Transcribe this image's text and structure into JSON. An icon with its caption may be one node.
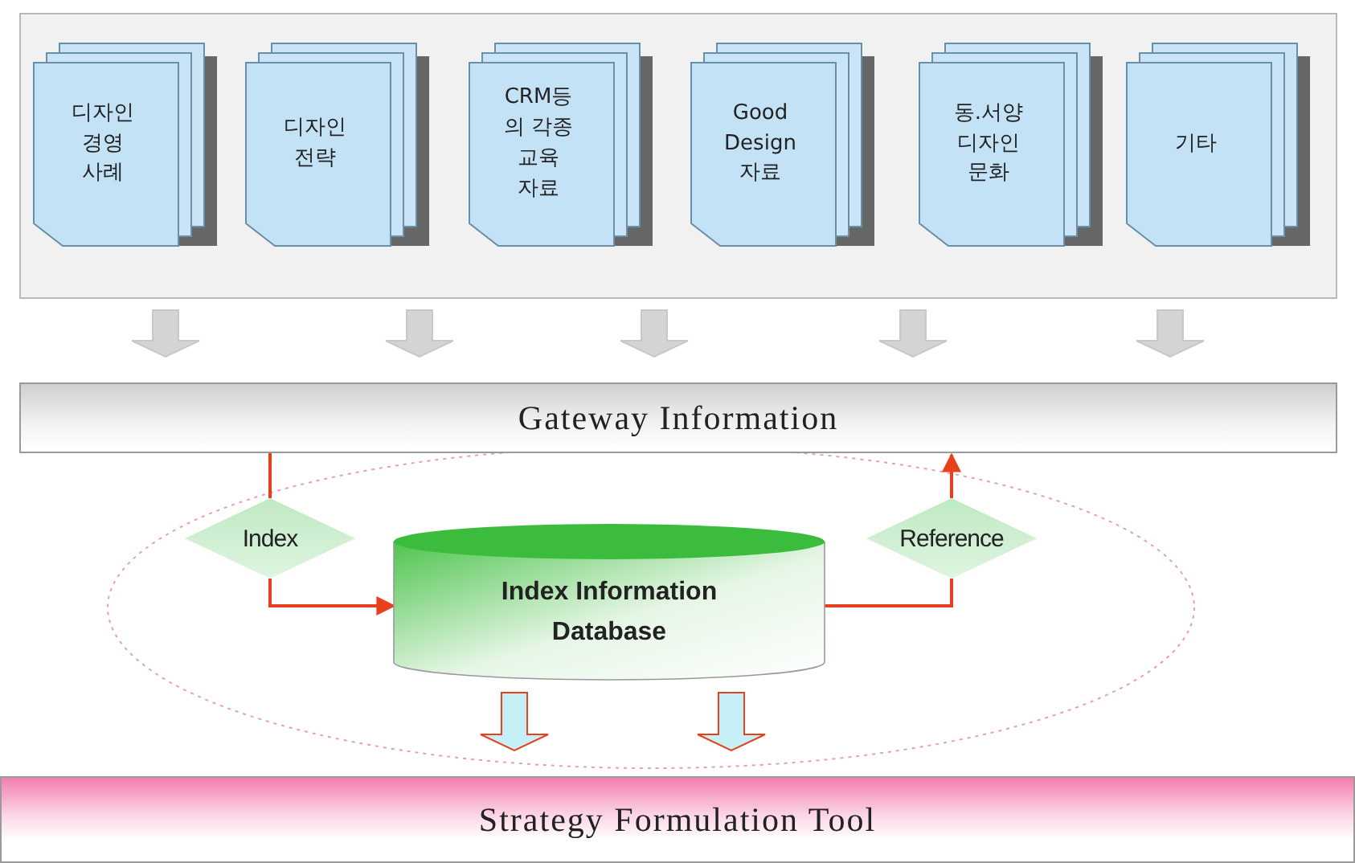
{
  "diagram": {
    "nodes": [
      {
        "text": [],
        "shape": "box"
      },
      {
        "text": [
          "디자인 경영 사례"
        ],
        "in": 0
      },
      {
        "text": [
          "디자인 전략"
        ],
        "in": 0
      },
      {
        "text": [
          "CRM등 의 각종 교육 자료"
        ],
        "in": 0
      },
      {
        "text": [
          "Good Design 자료"
        ],
        "in": 0
      },
      {
        "text": [
          "동.서양 디자인 문화"
        ],
        "in": 0
      },
      {
        "text": [
          "기타"
        ],
        "in": 0
      },
      {
        "text": [
          "Gateway Information"
        ]
      },
      {
        "text": [
          "Index"
        ]
      },
      {
        "text": [
          "Index Information Database"
        ]
      },
      {
        "text": [
          "Reference"
        ]
      },
      {
        "text": [
          "Strategy Formulation Tool"
        ]
      }
    ],
    "edges": [
      {
        "from": 0,
        "to": 7,
        "arrow": "to",
        "style": "thick"
      },
      {
        "from": 0,
        "to": 7,
        "arrow": "to",
        "style": "thick"
      },
      {
        "from": 0,
        "to": 7,
        "arrow": "to",
        "style": "thick"
      },
      {
        "from": 0,
        "to": 7,
        "arrow": "to",
        "style": "thick"
      },
      {
        "from": 0,
        "to": 7,
        "arrow": "to",
        "style": "thick"
      },
      {
        "from": 7,
        "to": 8,
        "arrow": "none",
        "color": "#e8401c"
      },
      {
        "from": 8,
        "to": 9,
        "arrow": "to",
        "color": "#e8401c"
      },
      {
        "from": 9,
        "to": 10,
        "arrow": "none",
        "color": "#e8401c"
      },
      {
        "from": 10,
        "to": 7,
        "arrow": "to",
        "color": "#e8401c"
      },
      {
        "from": 9,
        "to": 11,
        "arrow": "to",
        "style": "thick",
        "color": "#c4f0f6"
      },
      {
        "from": 9,
        "to": 11,
        "arrow": "to",
        "style": "thick",
        "color": "#c4f0f6"
      }
    ]
  }
}
